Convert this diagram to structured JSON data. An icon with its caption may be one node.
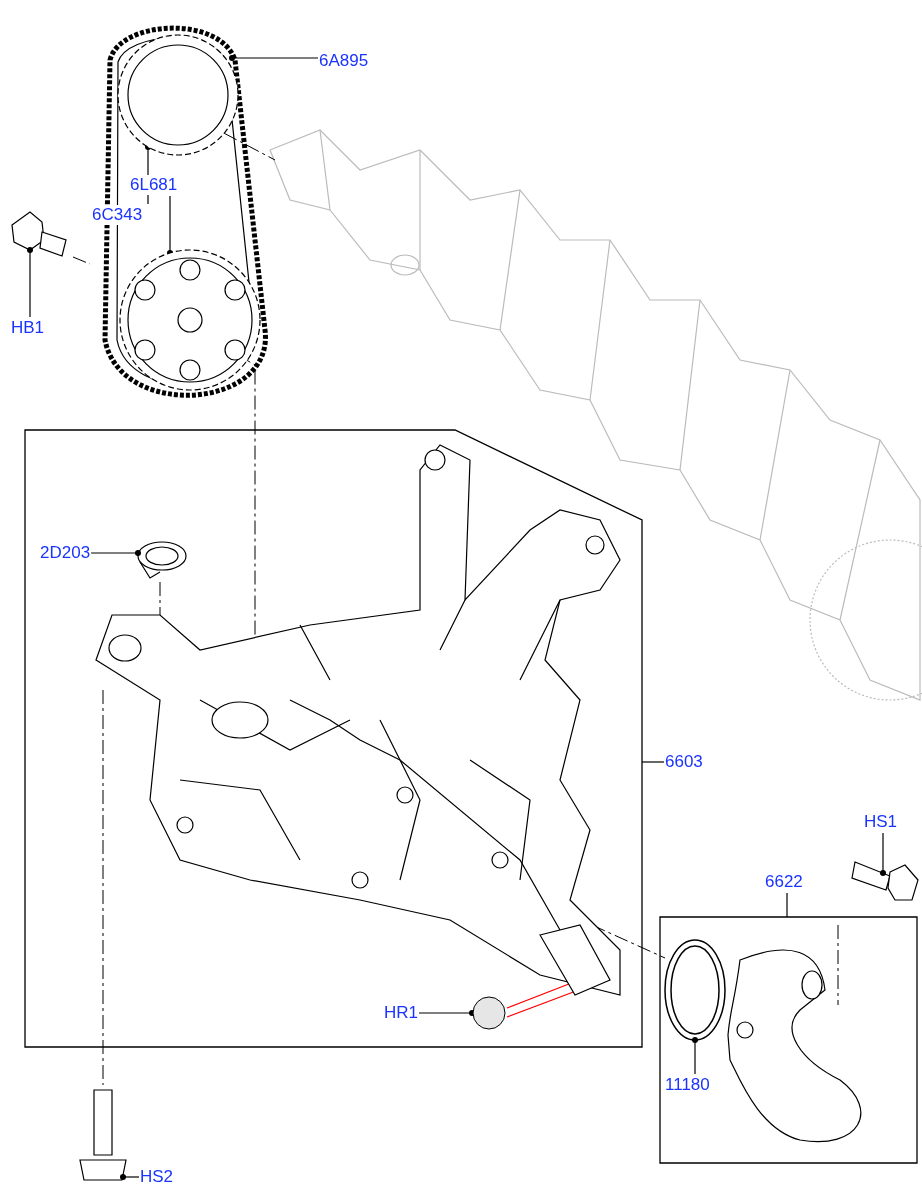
{
  "diagram": {
    "nodes": [
      {
        "text": [
          "6A895"
        ]
      },
      {
        "text": [
          "6C343"
        ]
      },
      {
        "text": [
          "6L681"
        ],
        "in": 14
      },
      {
        "text": [
          "HB1"
        ]
      },
      {
        "text": [],
        "shape": "box"
      },
      {
        "text": [
          "2D203"
        ],
        "in": 4
      },
      {
        "text": [
          "6603"
        ]
      },
      {
        "text": [
          "HS1"
        ]
      },
      {
        "text": [
          "6622"
        ]
      },
      {
        "text": [],
        "shape": "box"
      },
      {
        "text": [
          "HR1"
        ],
        "in": 4
      },
      {
        "text": [],
        "shape": "circle",
        "in": 4
      },
      {
        "text": [
          "11180"
        ],
        "in": 9
      },
      {
        "text": [
          "HS2"
        ]
      },
      {
        "text": [],
        "shape": "picture"
      },
      {
        "text": [],
        "shape": "picture",
        "in": 14
      },
      {
        "text": [],
        "shape": "picture",
        "in": 14
      },
      {
        "text": [],
        "shape": "picture"
      },
      {
        "text": [],
        "shape": "picture",
        "in": 4
      },
      {
        "text": [],
        "shape": "picture"
      },
      {
        "text": [],
        "shape": "picture",
        "in": 9
      },
      {
        "text": [],
        "shape": "picture"
      },
      {
        "text": [],
        "shape": "picture",
        "in": 4
      }
    ],
    "edges": [
      {
        "from": 0,
        "to": 14,
        "arrow": "other"
      },
      {
        "from": 1,
        "to": 15,
        "arrow": "other"
      },
      {
        "from": 2,
        "to": 16,
        "arrow": "other"
      },
      {
        "from": 3,
        "to": 17,
        "arrow": "other"
      },
      {
        "from": 5,
        "to": 18,
        "arrow": "other"
      },
      {
        "from": 6,
        "to": 4,
        "arrow": "none"
      },
      {
        "from": 7,
        "to": 19,
        "arrow": "other"
      },
      {
        "from": 8,
        "to": 9,
        "arrow": "none"
      },
      {
        "from": 10,
        "to": 11,
        "arrow": "other"
      },
      {
        "from": 11,
        "to": 22,
        "arrow": "none",
        "color": "#ff0000"
      },
      {
        "from": 11,
        "to": 22,
        "arrow": "none",
        "color": "#ff0000"
      },
      {
        "from": 12,
        "to": 20,
        "arrow": "other"
      },
      {
        "from": 13,
        "to": 21,
        "arrow": "other"
      }
    ]
  }
}
